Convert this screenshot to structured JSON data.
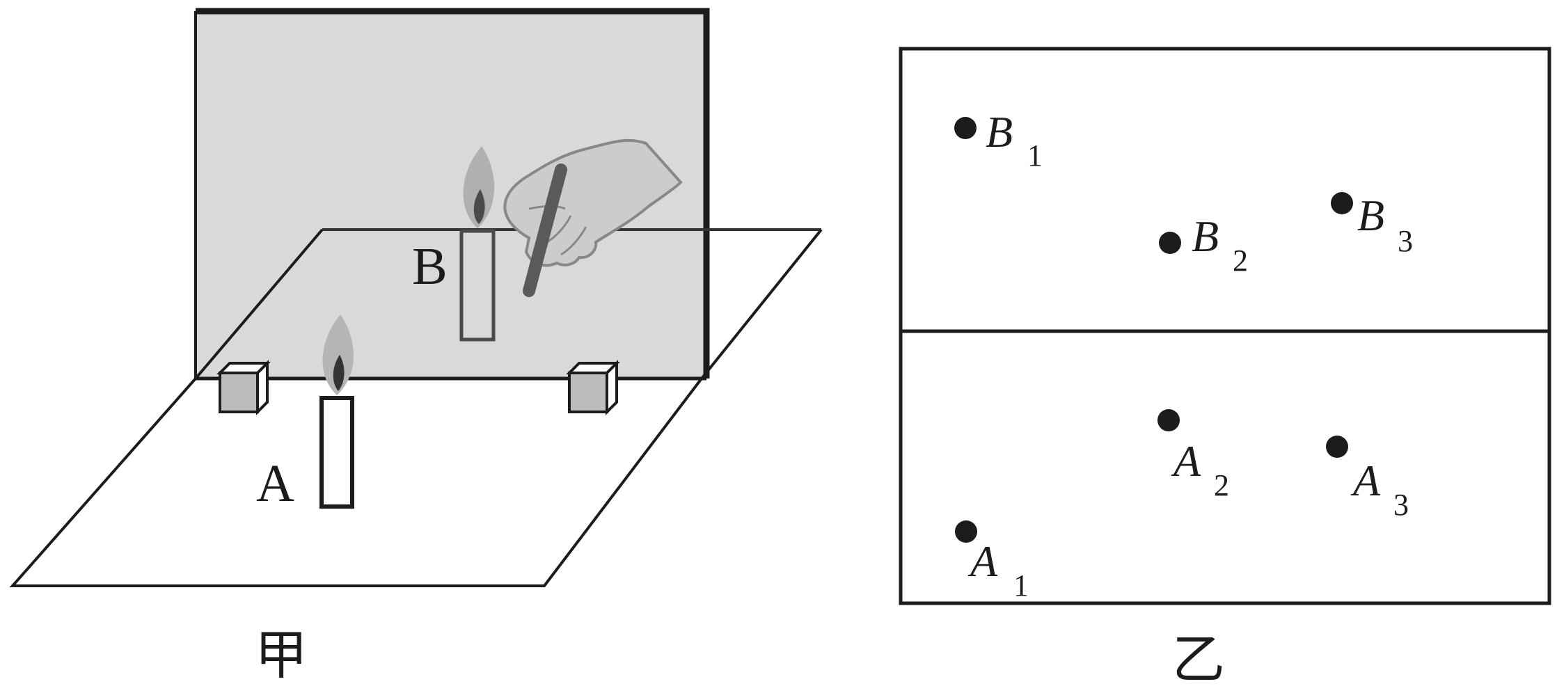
{
  "figure_left": {
    "caption": "甲",
    "candle_a_label": "A",
    "candle_b_label": "B"
  },
  "figure_right": {
    "caption": "乙",
    "points": [
      {
        "letter": "B",
        "sub": "1"
      },
      {
        "letter": "B",
        "sub": "2"
      },
      {
        "letter": "B",
        "sub": "3"
      },
      {
        "letter": "A",
        "sub": "1"
      },
      {
        "letter": "A",
        "sub": "2"
      },
      {
        "letter": "A",
        "sub": "3"
      }
    ]
  },
  "colors": {
    "stroke": "#1c1c1c",
    "glass": "#d9d9d9",
    "block": "#bdbdbd",
    "flame_outer": "#b5b5b5",
    "flame_inner": "#3a3a3a"
  }
}
